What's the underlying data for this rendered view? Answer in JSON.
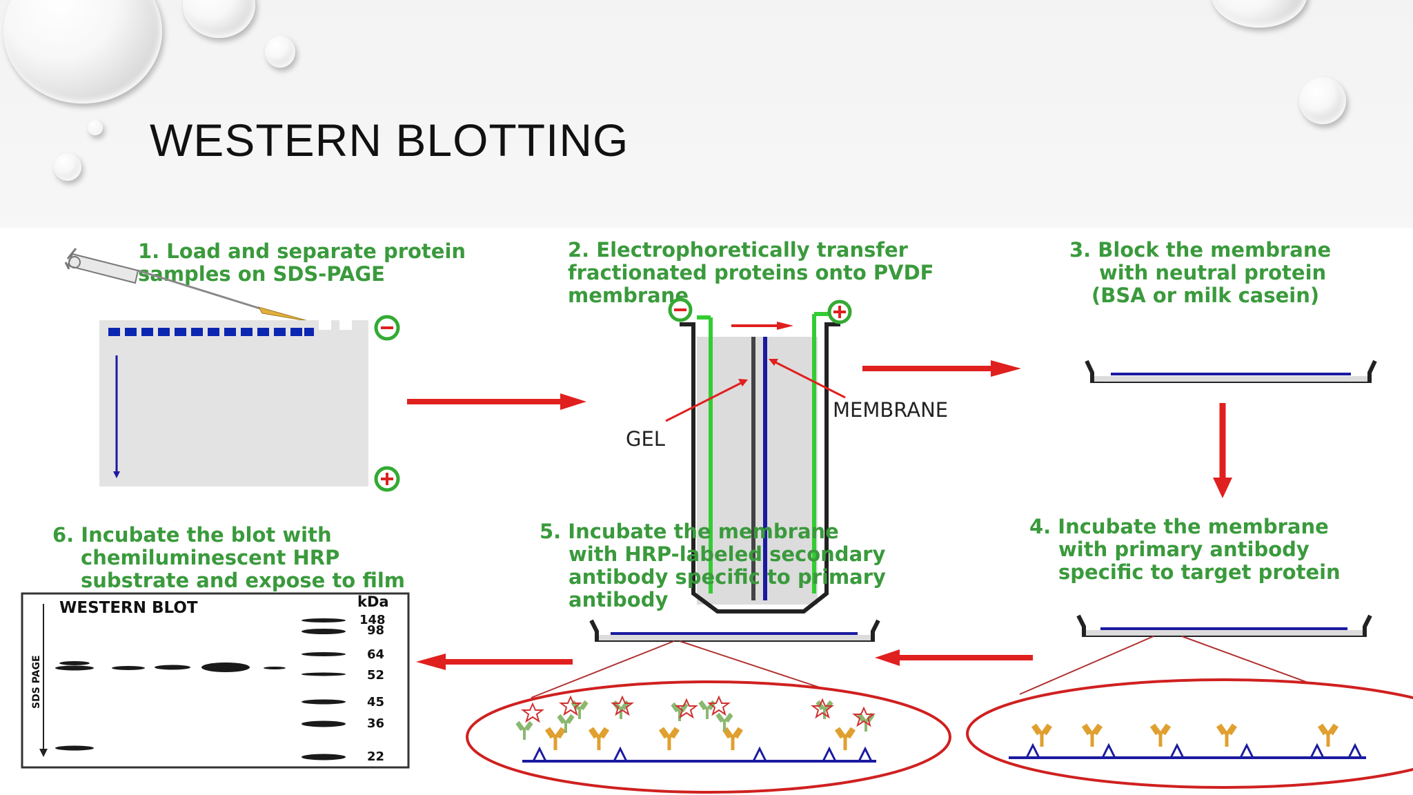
{
  "title": "WESTERN BLOTTING",
  "colors": {
    "step_text": "#3a9a3c",
    "arrow": "#e0201e",
    "membrane": "#1a1aa0",
    "electrode": "#33cc33"
  },
  "steps": {
    "s1": [
      "1. Load  and separate protein",
      "samples on SDS-PAGE"
    ],
    "s2": [
      "2. Electrophoretically transfer",
      "fractionated proteins onto PVDF",
      "membrane"
    ],
    "s3": [
      "3. Block the membrane",
      "with neutral protein",
      "(BSA or milk casein)"
    ],
    "s4": [
      "4. Incubate the membrane",
      "with primary antibody",
      "specific to target protein"
    ],
    "s5": [
      "5. Incubate the membrane",
      "with HRP-labeled secondary",
      "antibody specific to primary",
      "antibody"
    ],
    "s6": [
      "6. Incubate the blot with",
      "chemiluminescent HRP",
      "substrate and expose to film"
    ]
  },
  "labels": {
    "gel": "GEL",
    "membrane": "MEMBRANE"
  },
  "blot": {
    "title": "WESTERN  BLOT",
    "unit": "kDa",
    "axis_label": "SDS PAGE",
    "markers": [
      "148",
      "98",
      "64",
      "52",
      "45",
      "36",
      "22"
    ]
  },
  "icons": [
    "syringe-icon",
    "minus-electrode-icon",
    "plus-electrode-icon",
    "antibody-icon",
    "star-icon"
  ]
}
